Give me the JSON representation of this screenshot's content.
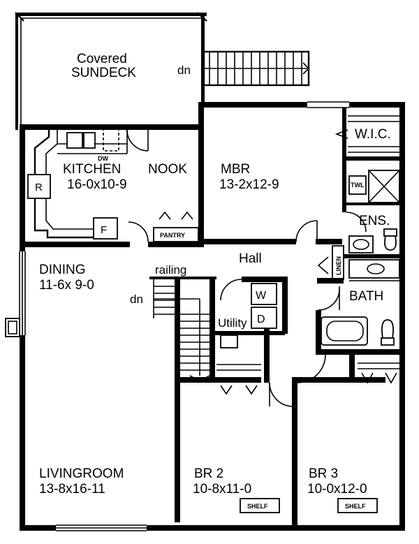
{
  "rooms": {
    "sundeck": {
      "line1": "Covered",
      "line2": "SUNDECK"
    },
    "kitchen": {
      "name": "KITCHEN",
      "size": "16-0x10-9"
    },
    "nook": {
      "name": "NOOK"
    },
    "mbr": {
      "name": "MBR",
      "size": "13-2x12-9"
    },
    "wic": {
      "name": "W.I.C."
    },
    "ens": {
      "name": "ENS."
    },
    "hall": {
      "name": "Hall"
    },
    "dining": {
      "name": "DINING",
      "size": "11-6x 9-0"
    },
    "bath": {
      "name": "BATH"
    },
    "utility": {
      "name": "Utility"
    },
    "living": {
      "name": "LIVINGROOM",
      "size": "13-8x16-11"
    },
    "br2": {
      "name": "BR 2",
      "size": "10-8x11-0"
    },
    "br3": {
      "name": "BR 3",
      "size": "10-0x12-0"
    }
  },
  "labels": {
    "dn_deck": "dn",
    "dn_stair": "dn",
    "railing": "railing",
    "pantry": "PANTRY",
    "dw": "DW",
    "fridge": "R",
    "freezer": "F",
    "twl": "TWL",
    "linen": "LINEN",
    "washer": "W",
    "dryer": "D",
    "shelf_br2": "SHELF",
    "shelf_br3": "SHELF"
  }
}
